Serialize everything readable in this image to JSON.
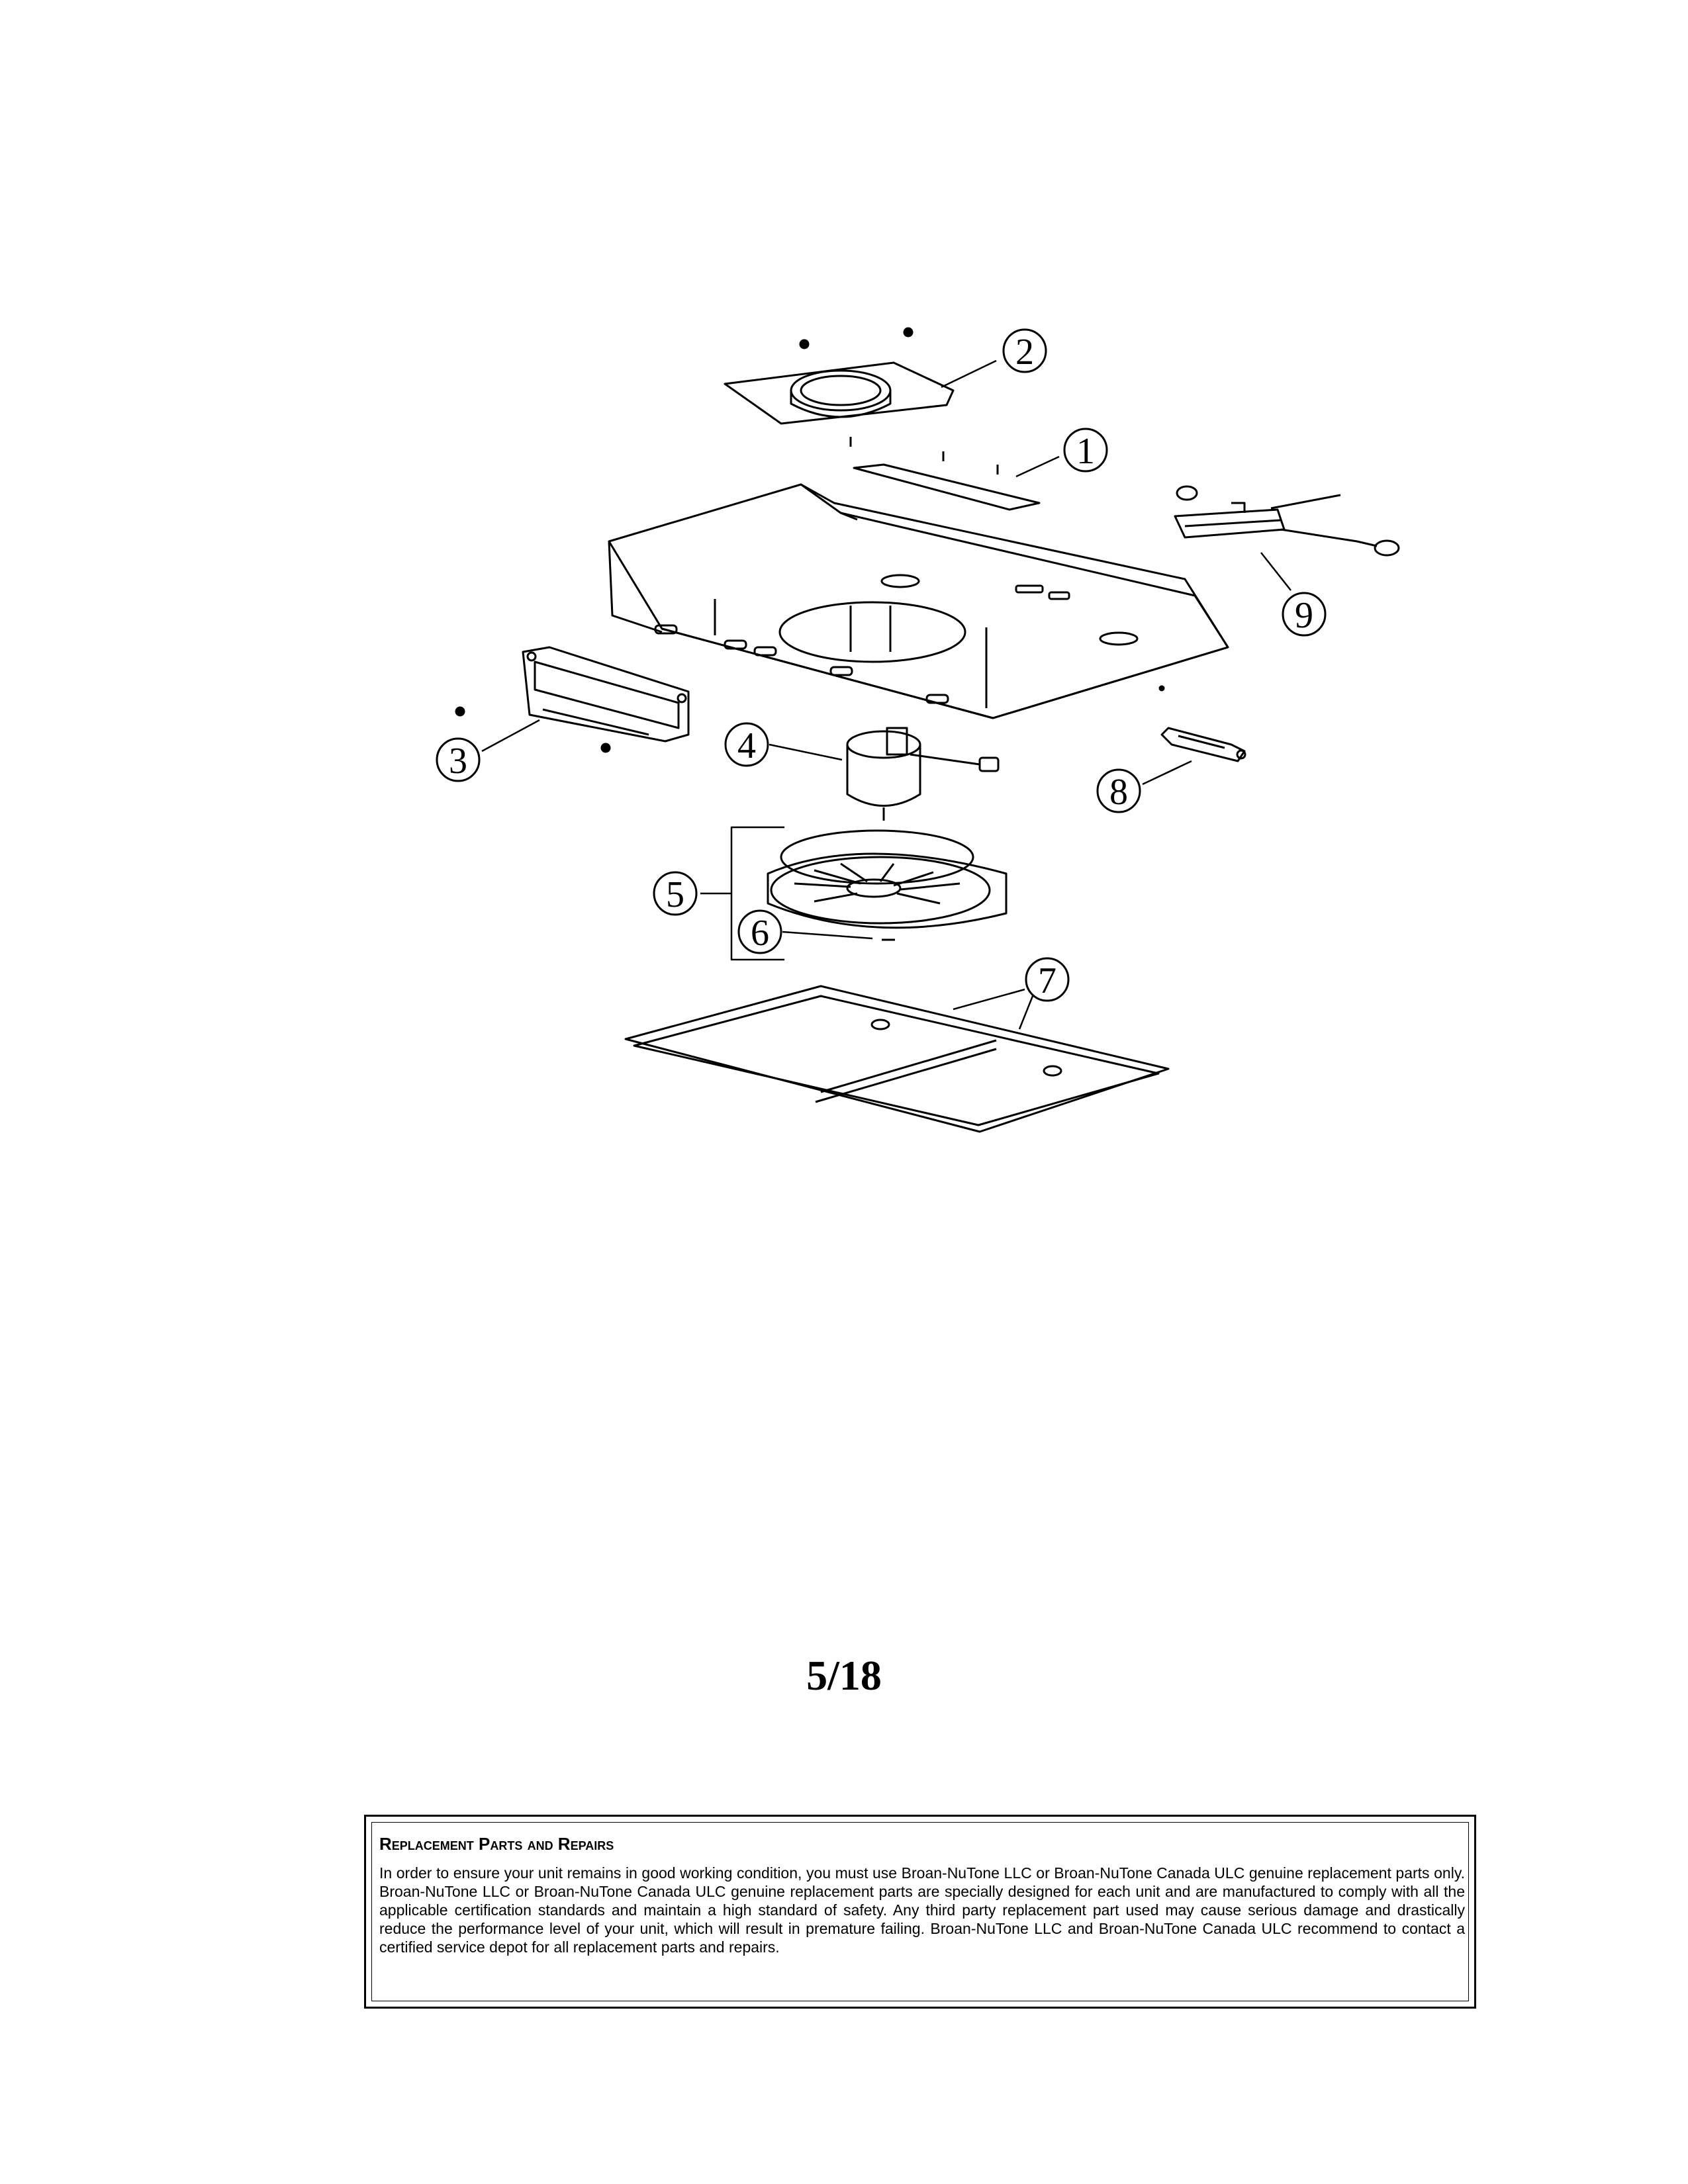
{
  "callouts": [
    "1",
    "2",
    "3",
    "4",
    "5",
    "6",
    "7",
    "8",
    "9"
  ],
  "page_number": "5/18",
  "notice": {
    "title": "Replacement Parts and Repairs",
    "body": "In order to ensure your unit remains in good working condition, you must use Broan-NuTone LLC or Broan-NuTone Canada ULC genuine replacement parts only. Broan-NuTone LLC or Broan-NuTone Canada ULC genuine replacement parts are specially designed for each unit and are manufactured to comply with all the applicable certification standards and maintain a high standard of safety. Any third party replacement part used may cause serious damage and drastically reduce the performance level of your unit, which will result in premature failing. Broan-NuTone LLC and Broan-NuTone Canada ULC recommend to contact a certified service depot for all replacement parts and repairs."
  }
}
